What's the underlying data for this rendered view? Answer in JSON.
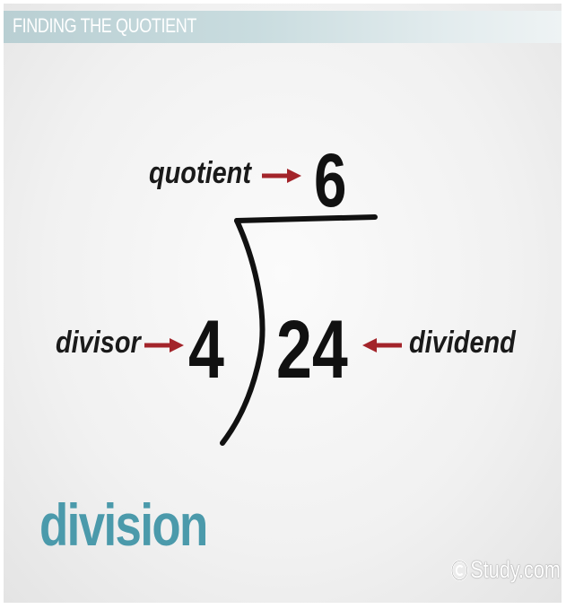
{
  "header": {
    "title": "FINDING THE QUOTIENT"
  },
  "diagram": {
    "quotient_label": "quotient",
    "quotient_value": "6",
    "divisor_label": "divisor",
    "divisor_value": "4",
    "dividend_label": "dividend",
    "dividend_value": "24"
  },
  "footer": {
    "keyword": "division",
    "watermark": "Study.com"
  },
  "colors": {
    "arrow": "#a3242a",
    "keyword": "#4b9aab",
    "header_bar": "#c9dcdf"
  },
  "icons": {
    "arrow": "right-arrow-icon",
    "watermark_logo": "copyright-circle-icon"
  }
}
